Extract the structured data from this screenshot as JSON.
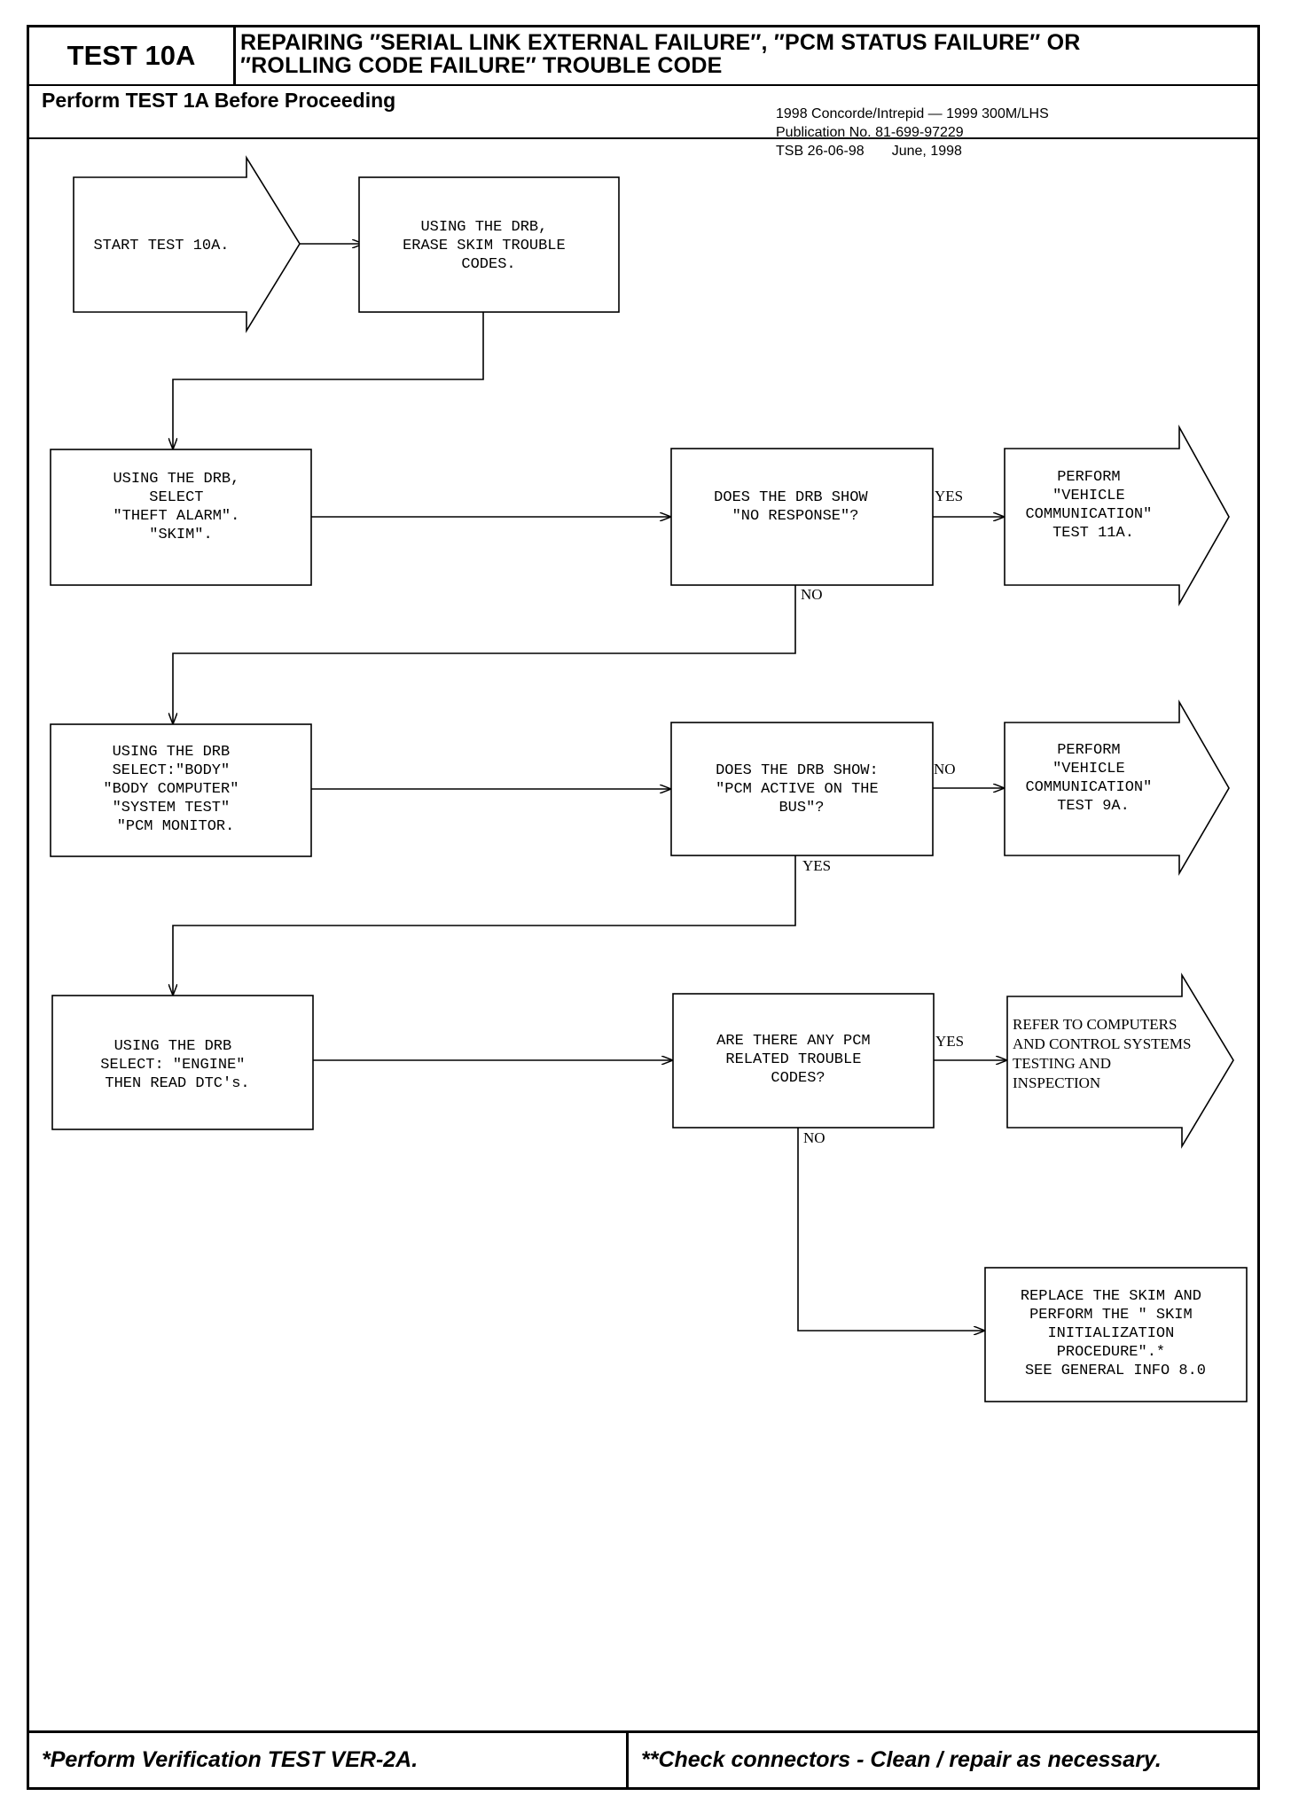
{
  "header": {
    "test_id": "TEST 10A",
    "title_line1": "REPAIRING ″SERIAL LINK EXTERNAL FAILURE″, ″PCM STATUS FAILURE″ OR",
    "title_line2": "″ROLLING CODE FAILURE″ TROUBLE CODE",
    "prerequisite": "Perform TEST 1A Before Proceeding"
  },
  "publication": {
    "line1": "1998 Concorde/Intrepid — 1999 300M/LHS",
    "line2": "Publication No. 81-699-97229",
    "line3": "TSB 26-06-98       June, 1998"
  },
  "flow": {
    "start": {
      "text": "START TEST 10A."
    },
    "erase": {
      "lines": [
        "USING THE DRB,",
        "ERASE SKIM TROUBLE",
        "CODES."
      ]
    },
    "step1": {
      "lines": [
        "USING THE DRB,",
        "SELECT",
        "\"THEFT ALARM\".",
        "\"SKIM\"."
      ]
    },
    "q1": {
      "lines": [
        "DOES THE DRB SHOW",
        "\"NO RESPONSE\"?"
      ],
      "yes": "YES",
      "no": "NO"
    },
    "r1": {
      "lines": [
        "PERFORM",
        "\"VEHICLE",
        "COMMUNICATION\"",
        "TEST 11A."
      ]
    },
    "step2": {
      "lines": [
        "USING THE DRB",
        "SELECT:\"BODY\"",
        "\"BODY COMPUTER\"",
        "\"SYSTEM TEST\"",
        "\"PCM MONITOR."
      ]
    },
    "q2": {
      "lines": [
        "DOES THE DRB SHOW:",
        "\"PCM ACTIVE ON THE",
        "BUS\"?"
      ],
      "no": "NO",
      "yes": "YES"
    },
    "r2": {
      "lines": [
        "PERFORM",
        "\"VEHICLE",
        "COMMUNICATION\"",
        "TEST 9A."
      ]
    },
    "step3": {
      "lines": [
        "USING THE DRB",
        "SELECT: \"ENGINE\"",
        "THEN READ DTC's."
      ]
    },
    "q3": {
      "lines": [
        "ARE THERE ANY PCM",
        "RELATED TROUBLE",
        "CODES?"
      ],
      "yes": "YES",
      "no": "NO"
    },
    "r3": {
      "lines": [
        "REFER TO COMPUTERS",
        "AND CONTROL SYSTEMS",
        "TESTING AND",
        "INSPECTION"
      ]
    },
    "final": {
      "lines": [
        "REPLACE THE SKIM AND",
        "PERFORM THE \" SKIM",
        "INITIALIZATION",
        "PROCEDURE\".*",
        "SEE GENERAL INFO 8.0"
      ]
    }
  },
  "footer": {
    "left": "*Perform Verification TEST VER-2A.",
    "right": "**Check connectors - Clean / repair as necessary."
  }
}
